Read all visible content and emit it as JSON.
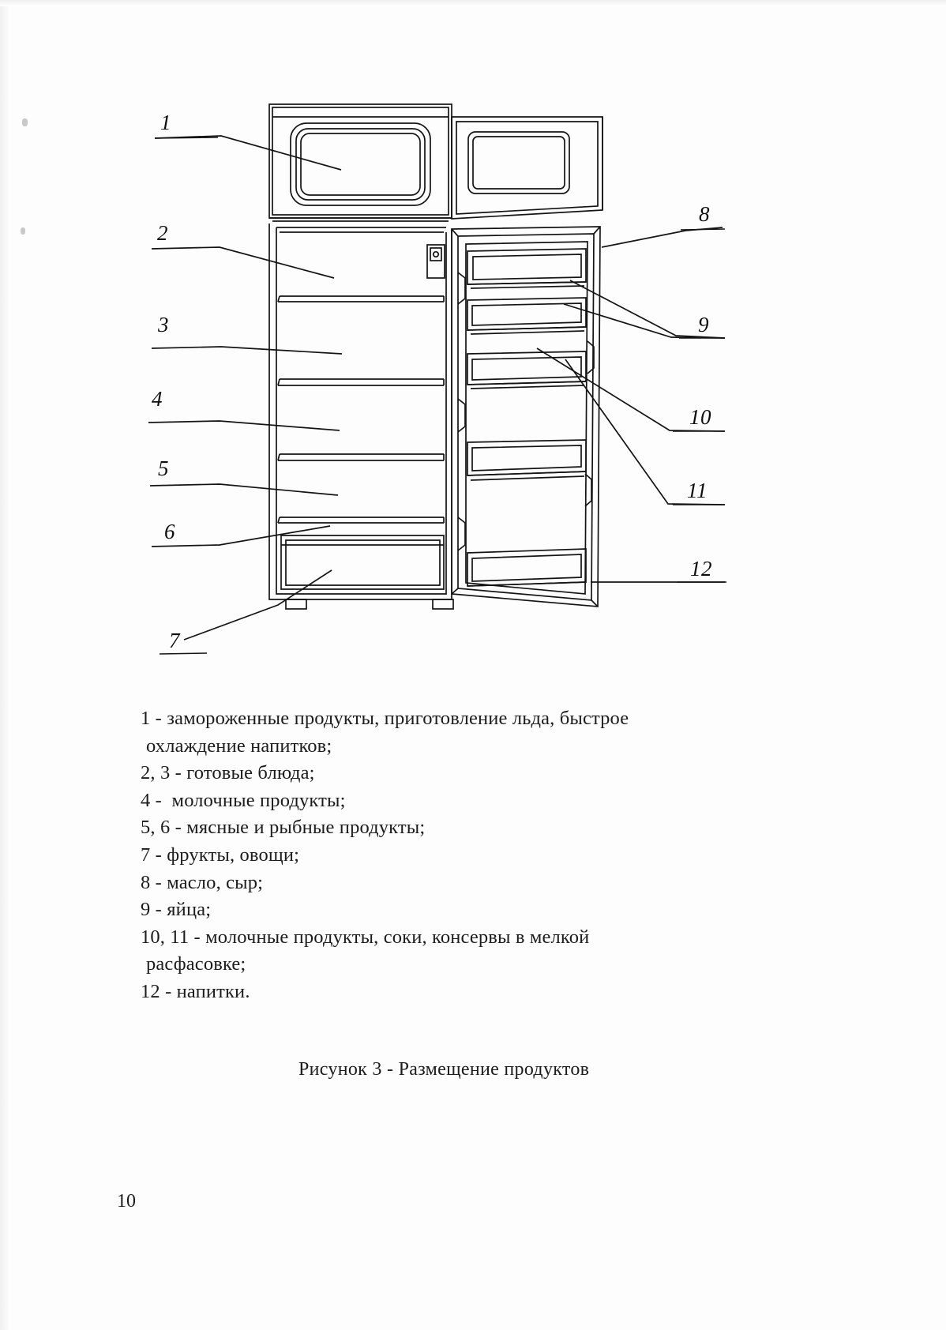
{
  "document": {
    "page_number": "10",
    "figure_caption": "Рисунок 3 - Размещение продуктов"
  },
  "figure": {
    "callouts": [
      {
        "id": "1",
        "label": "1"
      },
      {
        "id": "2",
        "label": "2"
      },
      {
        "id": "3",
        "label": "3"
      },
      {
        "id": "4",
        "label": "4"
      },
      {
        "id": "5",
        "label": "5"
      },
      {
        "id": "6",
        "label": "6"
      },
      {
        "id": "7",
        "label": "7"
      },
      {
        "id": "8",
        "label": "8"
      },
      {
        "id": "9",
        "label": "9"
      },
      {
        "id": "10",
        "label": "10"
      },
      {
        "id": "11",
        "label": "11"
      },
      {
        "id": "12",
        "label": "12"
      }
    ]
  },
  "legend": {
    "lines": [
      "1 - замороженные продукты, приготовление льда, быстрое",
      "охлаждение напитков;",
      "2, 3 - готовые блюда;",
      "4 -  молочные продукты;",
      "5, 6 - мясные и рыбные продукты;",
      "7 - фрукты, овощи;",
      "8 - масло, сыр;",
      "9 - яйца;",
      "10, 11 - молочные продукты, соки, консервы в мелкой",
      "расфасовке;",
      "12 - напитки."
    ]
  }
}
